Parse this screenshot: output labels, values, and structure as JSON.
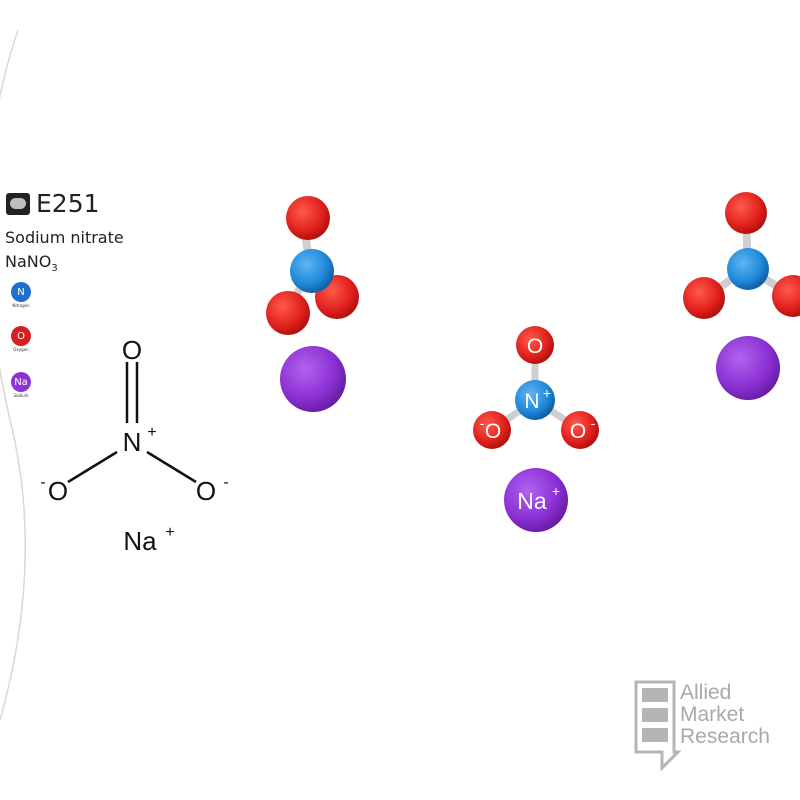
{
  "header": {
    "code": "E251",
    "name": "Sodium nitrate",
    "formula_main": "NaNO",
    "formula_sub": "3"
  },
  "legend": [
    {
      "symbol": "N",
      "caption": "Nitrogen",
      "color": "#1f6fd1"
    },
    {
      "symbol": "O",
      "caption": "Oxygen",
      "color": "#d42020"
    },
    {
      "symbol": "Na",
      "caption": "Sodium",
      "color": "#8e33d6"
    }
  ],
  "structural": {
    "top_o": "O",
    "center_n": "N",
    "n_charge": "+",
    "left_o": "O",
    "left_charge": "-",
    "right_o": "O",
    "right_charge": "-",
    "ion": "Na",
    "ion_charge": "+"
  },
  "ball_model": {
    "n_label": "N",
    "n_charge": "+",
    "o_label": "O",
    "o_charge": "-",
    "na_label": "Na",
    "na_charge": "+"
  },
  "watermark": {
    "line1": "Allied",
    "line2": "Market",
    "line3": "Research"
  },
  "colors": {
    "oxygen": "#e0201d",
    "nitrogen": "#1e88d8",
    "sodium": "#8b2fd3",
    "bond": "#cfcfcf",
    "watermark": "#a9a9a9"
  }
}
